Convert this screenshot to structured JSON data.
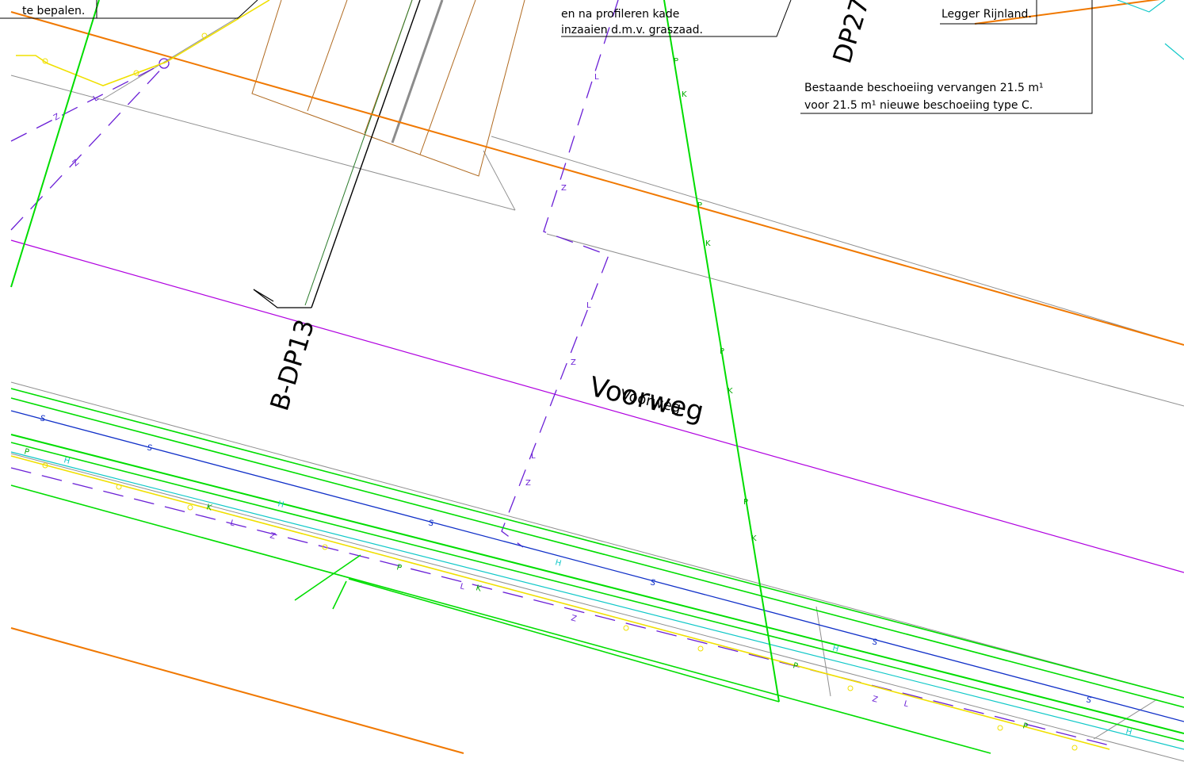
{
  "notes": {
    "left_line_2": "te bepalen.",
    "center_line_1": "en na profileren kade",
    "center_line_2": "inzaaien d.m.v. graszaad.",
    "right_top": "Legger Rijnland.",
    "right_line_1": "Bestaande beschoeiing vervangen 21.5 m¹",
    "right_line_2": "voor 21.5 m¹ nieuwe beschoeiing type C."
  },
  "labels": {
    "road_name": "Voorweg",
    "road_name_ghost": "Voorweg",
    "section_left": "B-DP13",
    "section_right": "DP27"
  },
  "utility_codes": {
    "s": "S",
    "z": "Z",
    "l": "L",
    "p": "P",
    "k": "K",
    "h": "H"
  },
  "colors": {
    "orange": "#f07800",
    "green": "#00dd00",
    "magenta": "#b000e0",
    "violet": "#6a1fd6",
    "blue": "#1030c8",
    "yellow": "#f0e000",
    "cyan": "#10c8c8",
    "brown": "#b06a20",
    "gray": "#909090",
    "black": "#000000"
  }
}
